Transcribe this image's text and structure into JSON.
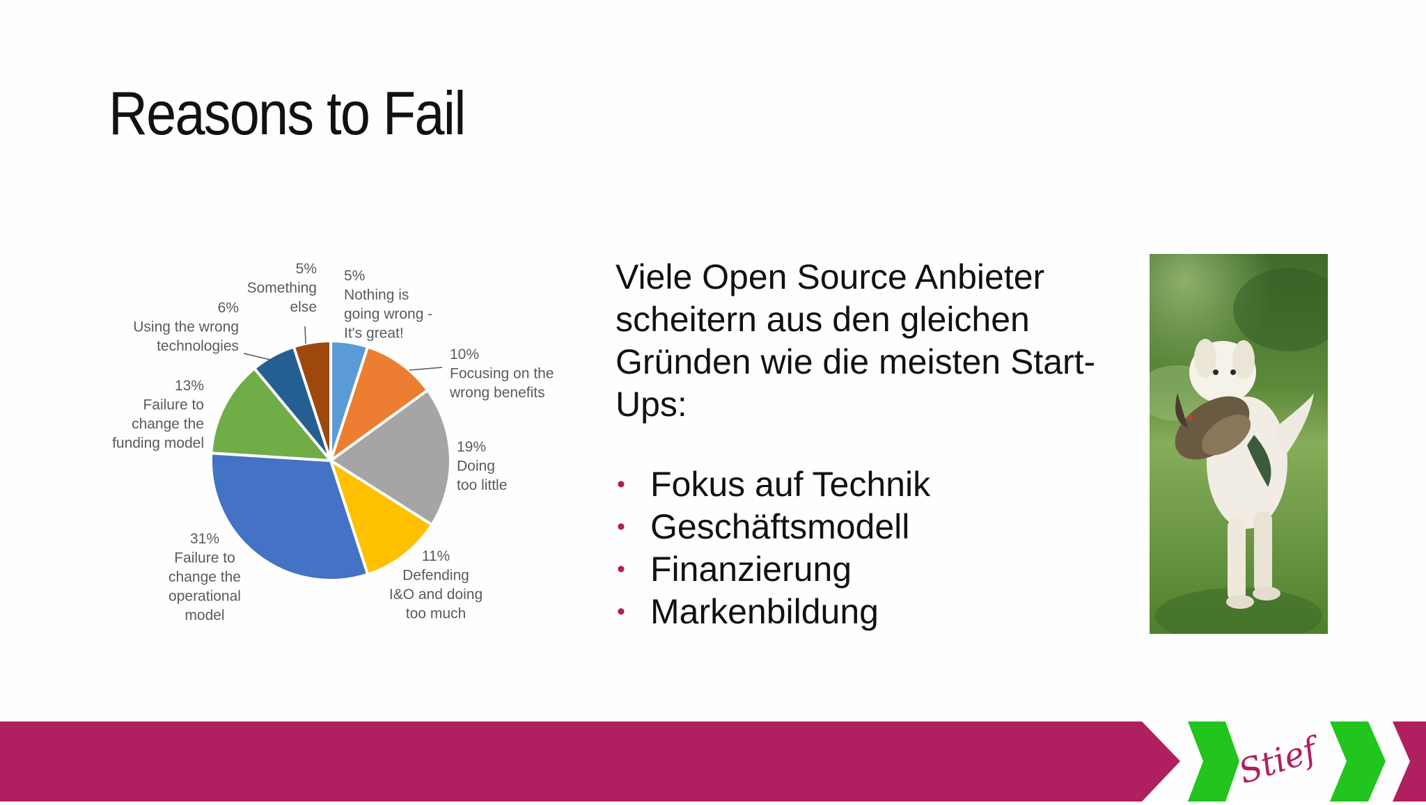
{
  "slide": {
    "title": "Reasons to Fail",
    "intro_text": "Viele Open Source Anbieter scheitern aus den gleichen Gründen wie die meisten Start-Ups:",
    "bullets": [
      "Fokus auf Technik",
      "Geschäftsmodell",
      "Finanzierung",
      "Markenbildung"
    ],
    "bullet_symbol": "•",
    "logo_text": "Stief"
  },
  "colors": {
    "brand_magenta": "#b01f60",
    "chevron_green": "#22c41e",
    "text_dark": "#111111",
    "label_gray": "#5a5a5a"
  },
  "photo": {
    "description_icon": "dog-retrieving-duck-photo"
  },
  "chart_data": {
    "type": "pie",
    "title": "",
    "unit": "%",
    "start": "12 o'clock, clockwise",
    "slices": [
      {
        "label_lines": [
          "Nothing is",
          "going wrong -",
          "It's great!"
        ],
        "value": 5,
        "pct_label": "5%",
        "color": "#5b9bd5"
      },
      {
        "label_lines": [
          "Focusing on the",
          "wrong benefits"
        ],
        "value": 10,
        "pct_label": "10%",
        "color": "#ed7d31"
      },
      {
        "label_lines": [
          "Doing",
          "too little"
        ],
        "value": 19,
        "pct_label": "19%",
        "color": "#a5a5a5"
      },
      {
        "label_lines": [
          "Defending",
          "I&O and doing",
          "too much"
        ],
        "value": 11,
        "pct_label": "11%",
        "color": "#ffc000"
      },
      {
        "label_lines": [
          "Failure to",
          "change the",
          "operational",
          "model"
        ],
        "value": 31,
        "pct_label": "31%",
        "color": "#4472c4"
      },
      {
        "label_lines": [
          "Failure to",
          "change the",
          "funding model"
        ],
        "value": 13,
        "pct_label": "13%",
        "color": "#70ad47"
      },
      {
        "label_lines": [
          "Using the wrong",
          "technologies"
        ],
        "value": 6,
        "pct_label": "6%",
        "color": "#255e91"
      },
      {
        "label_lines": [
          "Something",
          "else"
        ],
        "value": 5,
        "pct_label": "5%",
        "color": "#9e480e"
      }
    ]
  }
}
